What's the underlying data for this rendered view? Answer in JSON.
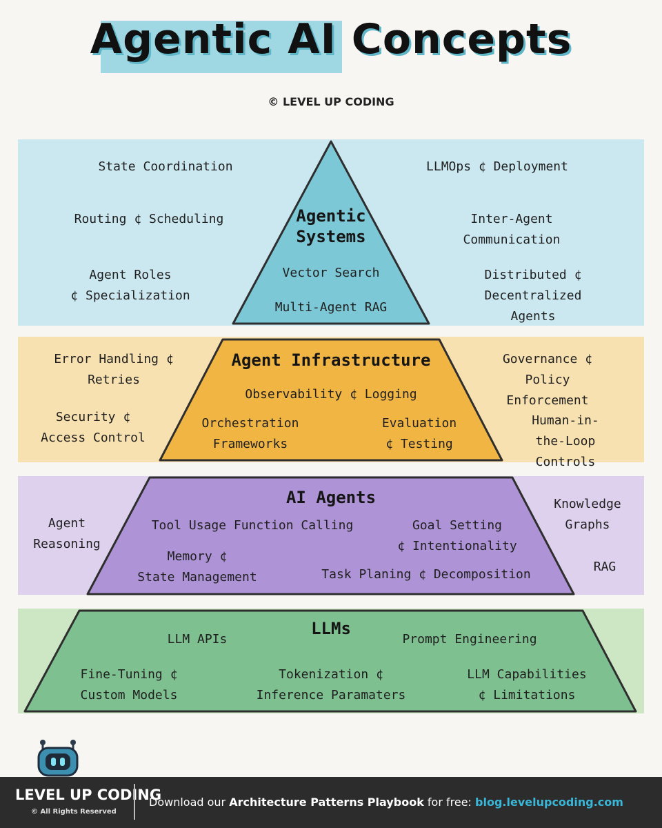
{
  "title": "Agentic AI Concepts",
  "credit": "© LEVEL UP CODING",
  "colors": {
    "systems": "#cbe8f1",
    "infrastructure": "#f8e1b0",
    "agents": "#ddd1ee",
    "llms": "#cde6c3"
  },
  "layers": {
    "systems": {
      "heading": "Agentic\nSystems",
      "inner": [
        "Vector Search",
        "Multi-Agent RAG"
      ],
      "left": [
        "State Coordination",
        "Routing ¢ Scheduling",
        "Agent Roles\n¢ Specialization"
      ],
      "right": [
        "LLMOps ¢ Deployment",
        "Inter-Agent Communication",
        "Distributed ¢\nDecentralized Agents"
      ]
    },
    "infrastructure": {
      "heading": "Agent Infrastructure",
      "inner": [
        "Observability ¢ Logging",
        "Orchestration\nFrameworks",
        "Evaluation\n¢ Testing"
      ],
      "left": [
        "Error Handling ¢\nRetries",
        "Security ¢\nAccess Control"
      ],
      "right": [
        "Governance ¢ Policy\nEnforcement",
        "Human-in-the-Loop\nControls"
      ]
    },
    "agents": {
      "heading": "AI Agents",
      "inner": [
        "Tool Usage Function Calling",
        "Goal Setting\n¢ Intentionality",
        "Memory ¢\nState Management",
        "Task Planing ¢ Decomposition"
      ],
      "left": [
        "Agent\nReasoning"
      ],
      "right": [
        "Knowledge\nGraphs",
        "RAG"
      ]
    },
    "llms": {
      "heading": "LLMs",
      "inner": [
        "LLM APIs",
        "Prompt Engineering",
        "Fine-Tuning ¢\nCustom Models",
        "Tokenization ¢\nInference Paramaters",
        "LLM Capabilities\n¢ Limitations"
      ]
    }
  },
  "footer": {
    "brand": "LEVEL UP CODING",
    "rights": "© All Rights Reserved",
    "cta_prefix": "Download our ",
    "cta_bold": "Architecture Patterns Playbook",
    "cta_mid": " for free: ",
    "cta_url": "blog.levelupcoding.com"
  }
}
